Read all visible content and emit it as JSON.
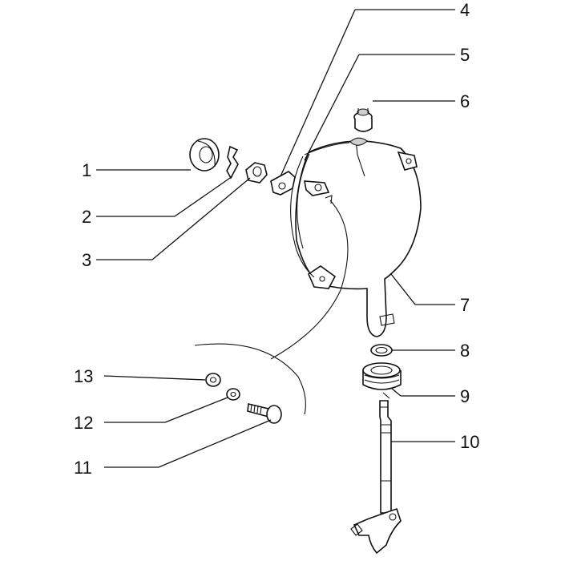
{
  "callouts": [
    {
      "id": "1",
      "text": "1"
    },
    {
      "id": "2",
      "text": "2"
    },
    {
      "id": "3",
      "text": "3"
    },
    {
      "id": "4",
      "text": "4"
    },
    {
      "id": "5",
      "text": "5"
    },
    {
      "id": "6",
      "text": "6"
    },
    {
      "id": "7",
      "text": "7"
    },
    {
      "id": "8",
      "text": "8"
    },
    {
      "id": "9",
      "text": "9"
    },
    {
      "id": "10",
      "text": "10"
    },
    {
      "id": "11",
      "text": "11"
    },
    {
      "id": "12",
      "text": "12"
    },
    {
      "id": "13",
      "text": "13"
    }
  ],
  "colors": {
    "ink": "#111111",
    "background": "#ffffff"
  }
}
